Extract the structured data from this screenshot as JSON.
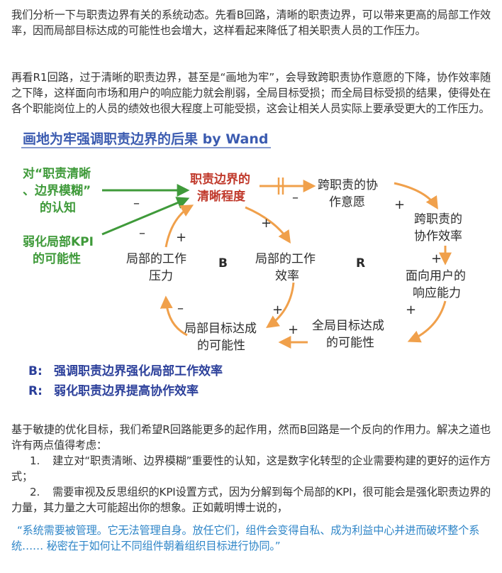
{
  "paragraphs": {
    "p1": "我们分析一下与职责边界有关的系统动态。先看B回路，清晰的职责边界，可以带来更高的局部工作效率，因而局部目标达成的可能性也会增大，这样看起来降低了相关职责人员的工作压力。",
    "p2": "再看R1回路，过于清晰的职责边界，甚至是“画地为牢”，会导致跨职责协作意愿的下降，协作效率随之下降，这样面向市场和用户的响应能力就会削弱，全局目标受损；而全局目标受损的结果，使得处在各个职能岗位上的人员的绩效也很大程度上可能受损，这会让相关人员实际上要承受更大的工作压力。",
    "p3": "基于敏捷的优化目标，我们希望R回路能更多的起作用，然而B回路是一个反向的作用力。解决之道也许有两点值得考虑："
  },
  "list": [
    {
      "num": "1.",
      "text": "建立对“职责清晰、边界模糊”重要性的认知，这是数字化转型的企业需要构建的更好的运作方式；"
    },
    {
      "num": "2.",
      "text": "需要审视及反思组织的KPI设置方式，因为分解到每个局部的KPI，很可能会是强化职责边界的力量，其力量之大可能超出你的想象。正如戴明博士说的，"
    }
  ],
  "quote": "“系统需要被管理。它无法管理自身。放任它们，组件会变得自私、成为利益中心并进而破坏整个系统…… 秘密在于如何让不同组件朝着组织目标进行协同。”",
  "diagram": {
    "title": "画地为牢强调职责边界的后果 by Wand",
    "nodes": {
      "cognition_l1": "对“职责清晰",
      "cognition_l2": "、边界模糊”",
      "cognition_l3": "的认知",
      "kpi_l1": "弱化局部KPI",
      "kpi_l2": "的可能性",
      "clarity_l1": "职责边界的",
      "clarity_l2": "清晰程度",
      "willing_l1": "跨职责的协",
      "willing_l2": "作意愿",
      "collab_l1": "跨职责的",
      "collab_l2": "协作效率",
      "response_l1": "面向用户的",
      "response_l2": "响应能力",
      "global_l1": "全局目标达成",
      "global_l2": "的可能性",
      "local_goal_l1": "局部目标达成",
      "local_goal_l2": "的可能性",
      "pressure_l1": "局部的工作",
      "pressure_l2": "压力",
      "efficiency_l1": "局部的工作",
      "efficiency_l2": "效率"
    },
    "polarity": {
      "cog_to_clarity": "–",
      "kpi_to_clarity": "–",
      "pressure_to_clarity": "+",
      "clarity_to_willing": "–",
      "willing_to_collab": "+",
      "collab_to_response": "+",
      "response_to_global": "+",
      "global_to_local": "+",
      "clarity_to_efficiency": "+",
      "efficiency_to_local": "+",
      "local_to_pressure": "–"
    },
    "loops": {
      "b": "B",
      "r": "R"
    },
    "legend": {
      "b_key": "B:",
      "b_text": "强调职责边界强化局部工作效率",
      "r_key": "R:",
      "r_text": "弱化职责边界提高协作效率"
    },
    "colors": {
      "title": "#3b5bb0",
      "green": "#3f9a3a",
      "red": "#c0392b",
      "orange": "#f0a04b",
      "node": "#2b2b2b",
      "legend": "#2b3f9a"
    }
  }
}
